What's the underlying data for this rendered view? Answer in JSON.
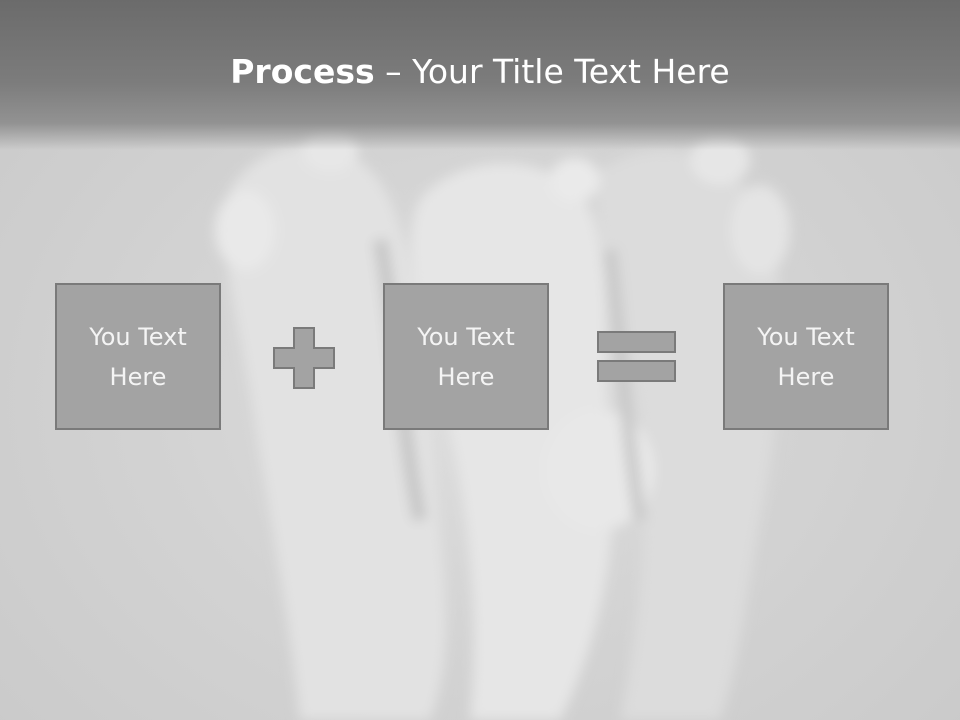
{
  "slide": {
    "title_bold": "Process",
    "title_rest": " – Your Title Text Here"
  },
  "process": {
    "boxes": [
      {
        "text": "You Text Here"
      },
      {
        "text": "You Text Here"
      },
      {
        "text": "You Text Here"
      }
    ],
    "operators": [
      "plus-icon",
      "equals-icon"
    ]
  },
  "colors": {
    "title_bar": "#6b6b6b",
    "box_fill": "#a3a3a3",
    "box_border": "#7a7a7a",
    "text": "#ffffff"
  }
}
